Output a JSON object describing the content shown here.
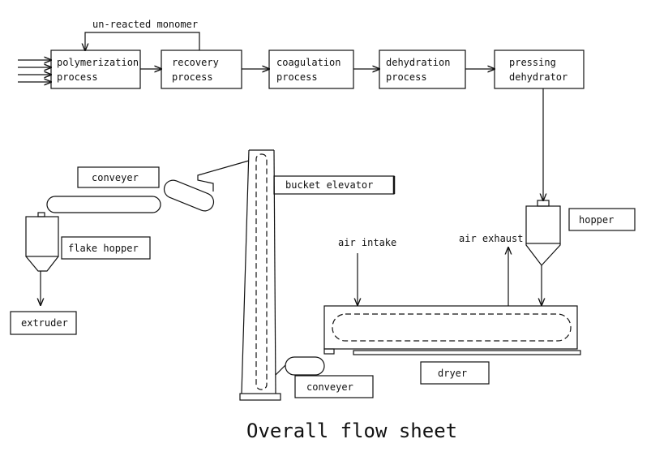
{
  "process_steps": {
    "polymerization": [
      "polymerization",
      "process"
    ],
    "recovery": [
      "recovery",
      "process"
    ],
    "coagulation": [
      "coagulation",
      "process"
    ],
    "dehydration": [
      "dehydration",
      "process"
    ],
    "pressing": [
      "pressing",
      "dehydrator"
    ]
  },
  "labels": {
    "recycle": "un-reacted monomer",
    "conveyer_top": "conveyer",
    "bucket_elevator": "bucket elevator",
    "hopper": "hopper",
    "flake_hopper": "flake hopper",
    "air_intake": "air intake",
    "air_exhaust": "air exhaust",
    "extruder": "extruder",
    "dryer": "dryer",
    "conveyer_bottom": "conveyer"
  },
  "title": "Overall flow sheet"
}
